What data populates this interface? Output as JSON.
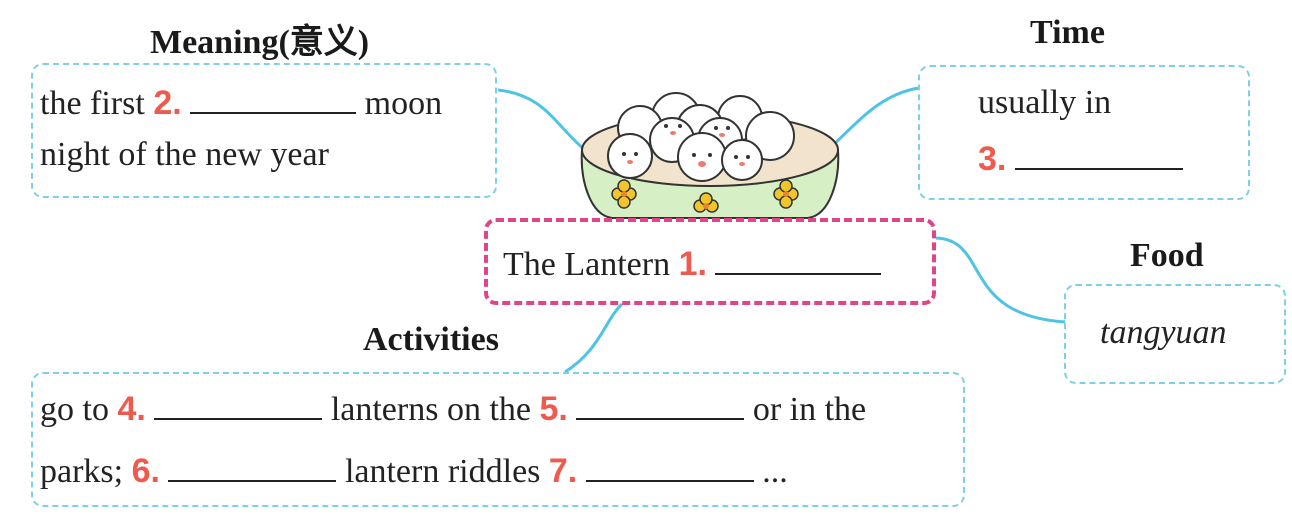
{
  "center": {
    "text": "The Lantern",
    "num": "1."
  },
  "meaning": {
    "heading": "Meaning(意义)",
    "line1_pre": "the first",
    "num": "2.",
    "line1_post": "moon",
    "line2": "night of the new year"
  },
  "time": {
    "heading": "Time",
    "line1": "usually in",
    "num": "3."
  },
  "food": {
    "heading": "Food",
    "text": "tangyuan"
  },
  "activities": {
    "heading": "Activities",
    "l1_a": "go to",
    "num4": "4.",
    "l1_b": "lanterns on the",
    "num5": "5.",
    "l1_c": "or in the",
    "l2_a": "parks;",
    "num6": "6.",
    "l2_b": "lantern riddles",
    "num7": "7.",
    "l2_c": "..."
  },
  "colors": {
    "box_border": "#7fd0e6",
    "center_border": "#e0458a",
    "number": "#ef5a4e",
    "connector": "#4fc3e3",
    "bowl": "#d7efc4"
  }
}
